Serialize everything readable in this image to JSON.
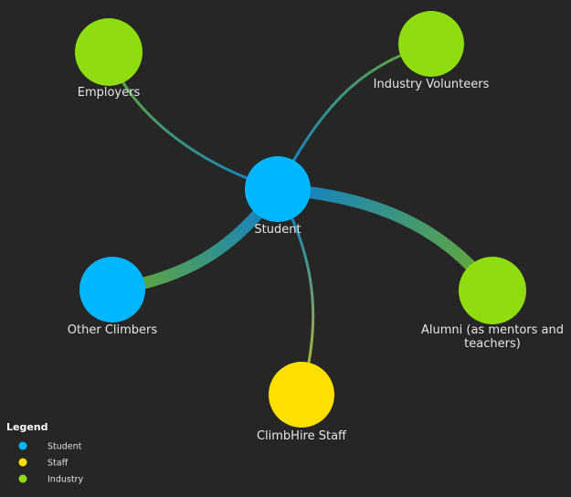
{
  "diagram": {
    "nodes": [
      {
        "id": "student",
        "label_lines": [
          "Student"
        ],
        "type": "Student"
      },
      {
        "id": "employers",
        "label_lines": [
          "Employers"
        ],
        "type": "Industry"
      },
      {
        "id": "industry-volunteers",
        "label_lines": [
          "Industry Volunteers"
        ],
        "type": "Industry"
      },
      {
        "id": "other-climbers",
        "label_lines": [
          "Other Climbers"
        ],
        "type": "Student"
      },
      {
        "id": "alumni",
        "label_lines": [
          "Alumni (as mentors and",
          "teachers)"
        ],
        "type": "Industry"
      },
      {
        "id": "climbhire-staff",
        "label_lines": [
          "ClimbHire Staff"
        ],
        "type": "Staff"
      }
    ],
    "edges": [
      {
        "from": "student",
        "to": "employers",
        "strength": "thin"
      },
      {
        "from": "student",
        "to": "industry-volunteers",
        "strength": "thin"
      },
      {
        "from": "student",
        "to": "other-climbers",
        "strength": "thick"
      },
      {
        "from": "student",
        "to": "alumni",
        "strength": "thick"
      },
      {
        "from": "student",
        "to": "climbhire-staff",
        "strength": "thin"
      }
    ]
  },
  "legend": {
    "title": "Legend",
    "items": [
      {
        "label": "Student",
        "color": "#00b7ff"
      },
      {
        "label": "Staff",
        "color": "#ffe000"
      },
      {
        "label": "Industry",
        "color": "#8fdc0f"
      }
    ]
  },
  "colors": {
    "background": "#262626",
    "Student": "#00b7ff",
    "Staff": "#ffe000",
    "Industry": "#8fdc0f"
  }
}
